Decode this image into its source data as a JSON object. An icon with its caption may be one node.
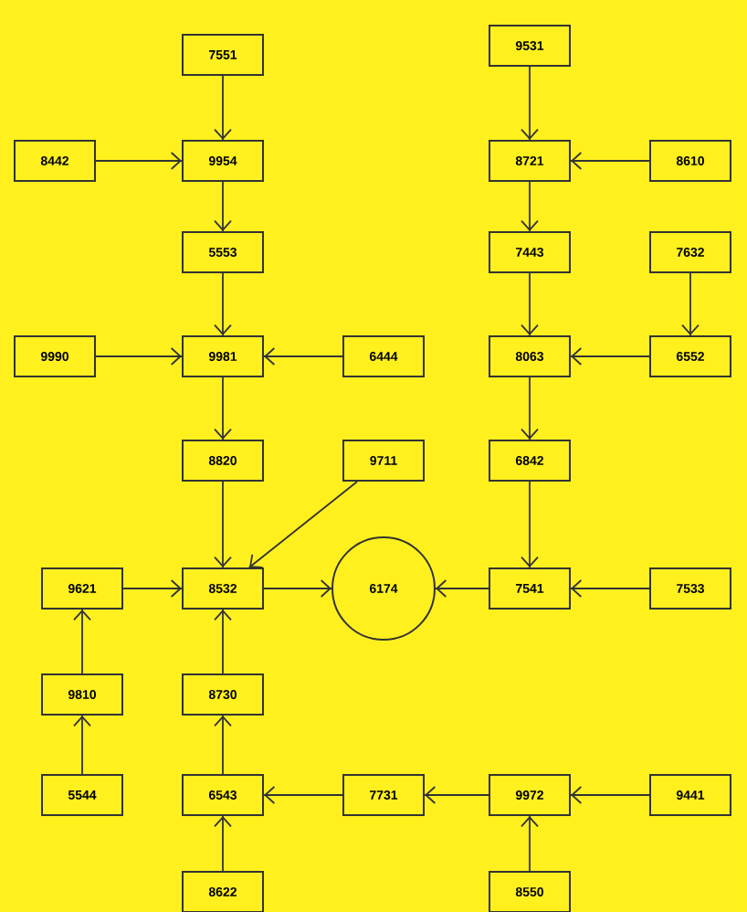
{
  "diagram": {
    "nodes": [
      {
        "text": [
          "7551"
        ]
      },
      {
        "text": [
          "9531"
        ]
      },
      {
        "text": [
          "8442"
        ]
      },
      {
        "text": [
          "9954"
        ]
      },
      {
        "text": [
          "8721"
        ]
      },
      {
        "text": [
          "8610"
        ]
      },
      {
        "text": [
          "5553"
        ]
      },
      {
        "text": [
          "7443"
        ]
      },
      {
        "text": [
          "7632"
        ]
      },
      {
        "text": [
          "9990"
        ]
      },
      {
        "text": [
          "9981"
        ]
      },
      {
        "text": [
          "6444"
        ]
      },
      {
        "text": [
          "8063"
        ]
      },
      {
        "text": [
          "6552"
        ]
      },
      {
        "text": [
          "8820"
        ]
      },
      {
        "text": [
          "9711"
        ]
      },
      {
        "text": [
          "6842"
        ]
      },
      {
        "text": [
          "9621"
        ]
      },
      {
        "text": [
          "8532"
        ]
      },
      {
        "text": [
          "6174"
        ]
      },
      {
        "text": [
          "7541"
        ]
      },
      {
        "text": [
          "7533"
        ]
      },
      {
        "text": [
          "9810"
        ]
      },
      {
        "text": [
          "8730"
        ]
      },
      {
        "text": [
          "5544"
        ]
      },
      {
        "text": [
          "6543"
        ]
      },
      {
        "text": [
          "7731"
        ]
      },
      {
        "text": [
          "9972"
        ]
      },
      {
        "text": [
          "9441"
        ]
      },
      {
        "text": [
          "8622"
        ]
      },
      {
        "text": [
          "8550"
        ]
      }
    ],
    "edges": [
      {
        "from": 0,
        "to": 3,
        "arrow": "to"
      },
      {
        "from": 2,
        "to": 3,
        "arrow": "to"
      },
      {
        "from": 3,
        "to": 6,
        "arrow": "to"
      },
      {
        "from": 6,
        "to": 10,
        "arrow": "to"
      },
      {
        "from": 9,
        "to": 10,
        "arrow": "to"
      },
      {
        "from": 11,
        "to": 10,
        "arrow": "to"
      },
      {
        "from": 10,
        "to": 14,
        "arrow": "to"
      },
      {
        "from": 14,
        "to": 18,
        "arrow": "to"
      },
      {
        "from": 15,
        "to": 18,
        "arrow": "to"
      },
      {
        "from": 17,
        "to": 18,
        "arrow": "to"
      },
      {
        "from": 18,
        "to": 19,
        "arrow": "to"
      },
      {
        "from": 23,
        "to": 18,
        "arrow": "to"
      },
      {
        "from": 22,
        "to": 17,
        "arrow": "to"
      },
      {
        "from": 24,
        "to": 22,
        "arrow": "to"
      },
      {
        "from": 25,
        "to": 23,
        "arrow": "to"
      },
      {
        "from": 29,
        "to": 25,
        "arrow": "to"
      },
      {
        "from": 26,
        "to": 25,
        "arrow": "to"
      },
      {
        "from": 27,
        "to": 26,
        "arrow": "to"
      },
      {
        "from": 28,
        "to": 27,
        "arrow": "to"
      },
      {
        "from": 30,
        "to": 27,
        "arrow": "to"
      },
      {
        "from": 1,
        "to": 4,
        "arrow": "to"
      },
      {
        "from": 5,
        "to": 4,
        "arrow": "to"
      },
      {
        "from": 4,
        "to": 7,
        "arrow": "to"
      },
      {
        "from": 7,
        "to": 12,
        "arrow": "to"
      },
      {
        "from": 8,
        "to": 13,
        "arrow": "to"
      },
      {
        "from": 13,
        "to": 12,
        "arrow": "to"
      },
      {
        "from": 12,
        "to": 16,
        "arrow": "to"
      },
      {
        "from": 16,
        "to": 20,
        "arrow": "to"
      },
      {
        "from": 21,
        "to": 20,
        "arrow": "to"
      },
      {
        "from": 20,
        "to": 19,
        "arrow": "to"
      }
    ]
  }
}
